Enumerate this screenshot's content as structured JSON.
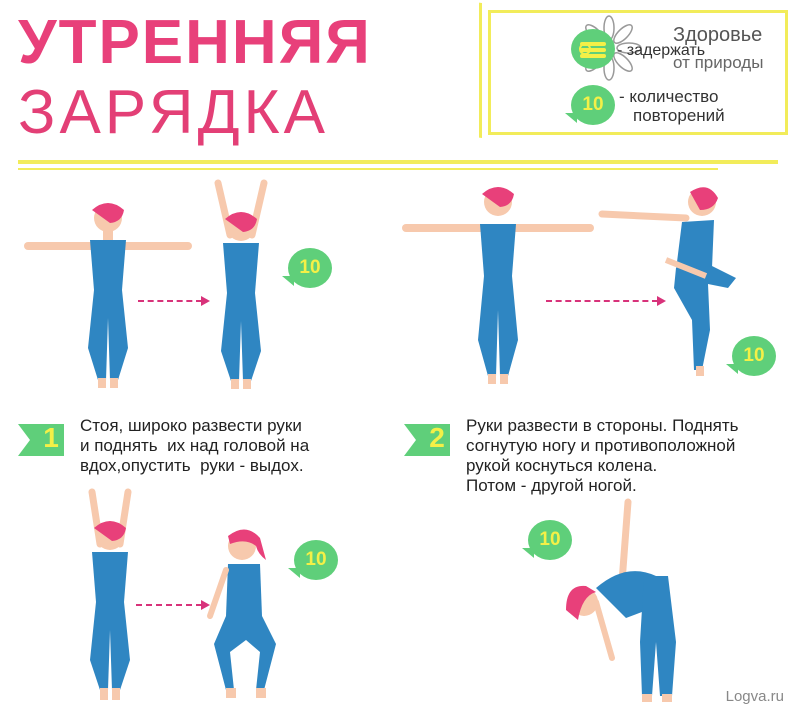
{
  "header": {
    "title_line1": "УТРЕННЯЯ",
    "title_line2": "ЗАРЯДКА"
  },
  "legend": {
    "logo_text_1": "Здоровье",
    "logo_text_2": "от природы",
    "hold_text": "- задержать",
    "reps_badge": "10",
    "reps_text_1": "- количество",
    "reps_text_2": "повторений"
  },
  "exercises": [
    {
      "number": "1",
      "text": "Стоя, широко развести руки\nи поднять  их над головой на\nвдох,опустить  руки - выдох.",
      "reps": "10"
    },
    {
      "number": "2",
      "text": "Руки развести в стороны. Поднять\nсогнутую ногу и противоположной\nрукой коснуться колена.\nПотом - другой ногой.",
      "reps": "10"
    }
  ],
  "extra_reps": [
    "10",
    "10"
  ],
  "watermark": "Logva.ru",
  "colors": {
    "title": "#e8407a",
    "accent_line": "#f2ec5a",
    "badge": "#5fcf7a",
    "badge_text": "#f4f047",
    "outfit": "#2f86c2",
    "skin": "#f7c9ad",
    "hair": "#e8407a",
    "arrow": "#d8327a"
  }
}
